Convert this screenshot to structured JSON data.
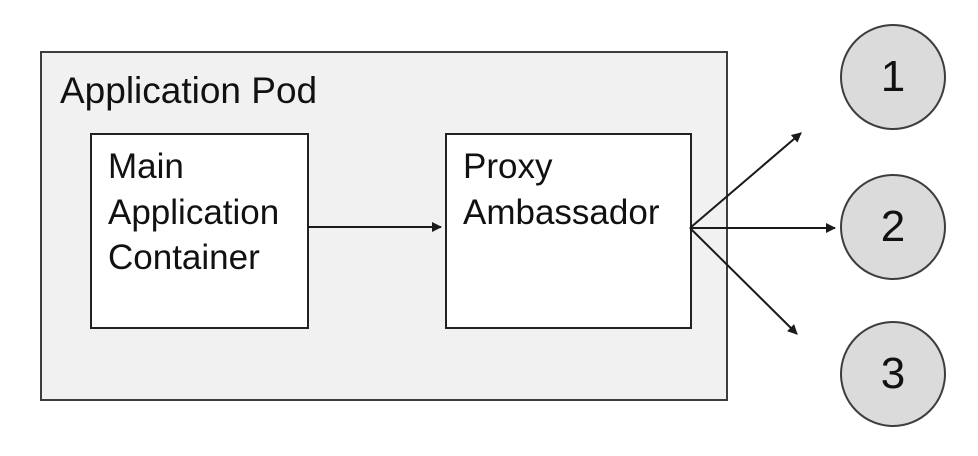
{
  "diagram": {
    "type": "flow-diagram",
    "pod": {
      "label": "Application Pod"
    },
    "nodes": [
      {
        "id": "main-application-container",
        "label": "Main Application Container",
        "shape": "rectangle"
      },
      {
        "id": "proxy-ambassador",
        "label": "Proxy Ambassador",
        "shape": "rectangle"
      },
      {
        "id": "endpoint-1",
        "label": "1",
        "shape": "circle"
      },
      {
        "id": "endpoint-2",
        "label": "2",
        "shape": "circle"
      },
      {
        "id": "endpoint-3",
        "label": "3",
        "shape": "circle"
      }
    ],
    "edges": [
      {
        "from": "main-application-container",
        "to": "proxy-ambassador"
      },
      {
        "from": "proxy-ambassador",
        "to": "endpoint-1"
      },
      {
        "from": "proxy-ambassador",
        "to": "endpoint-2"
      },
      {
        "from": "proxy-ambassador",
        "to": "endpoint-3"
      }
    ],
    "colors": {
      "background": "#ffffff",
      "pod_fill": "#f1f1f1",
      "pod_border": "#3d3d3d",
      "node_fill": "#ffffff",
      "node_border": "#222222",
      "endpoint_fill": "#dbdbdb",
      "endpoint_border": "#3d3d3d",
      "arrow": "#1a1a1a",
      "text": "#111111"
    }
  }
}
